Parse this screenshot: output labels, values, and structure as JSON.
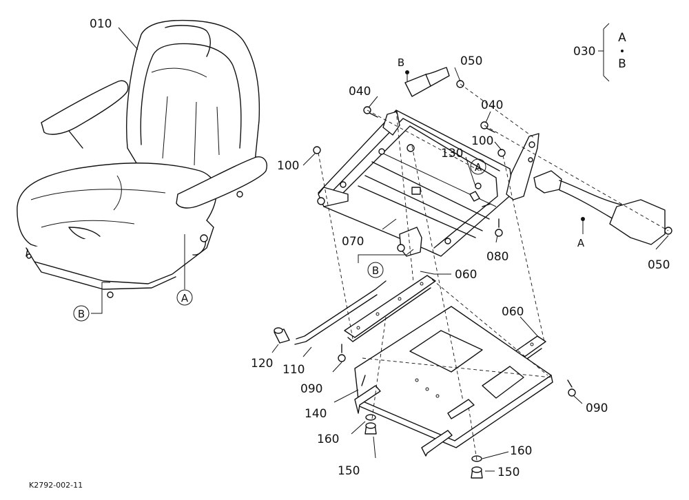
{
  "parts": [
    {
      "label": "010"
    },
    {
      "label": "030"
    },
    {
      "label": "040"
    },
    {
      "label": "040"
    },
    {
      "label": "050"
    },
    {
      "label": "050"
    },
    {
      "label": "060"
    },
    {
      "label": "060"
    },
    {
      "label": "070"
    },
    {
      "label": "080"
    },
    {
      "label": "090"
    },
    {
      "label": "090"
    },
    {
      "label": "100"
    },
    {
      "label": "100"
    },
    {
      "label": "110"
    },
    {
      "label": "120"
    },
    {
      "label": "130"
    },
    {
      "label": "140"
    },
    {
      "label": "150"
    },
    {
      "label": "150"
    },
    {
      "label": "160"
    },
    {
      "label": "160"
    }
  ],
  "callouts": {
    "a": "A",
    "b": "B"
  },
  "legend": {
    "top": "A",
    "bottom": "B"
  },
  "drawing_code": "K2792-002-11"
}
